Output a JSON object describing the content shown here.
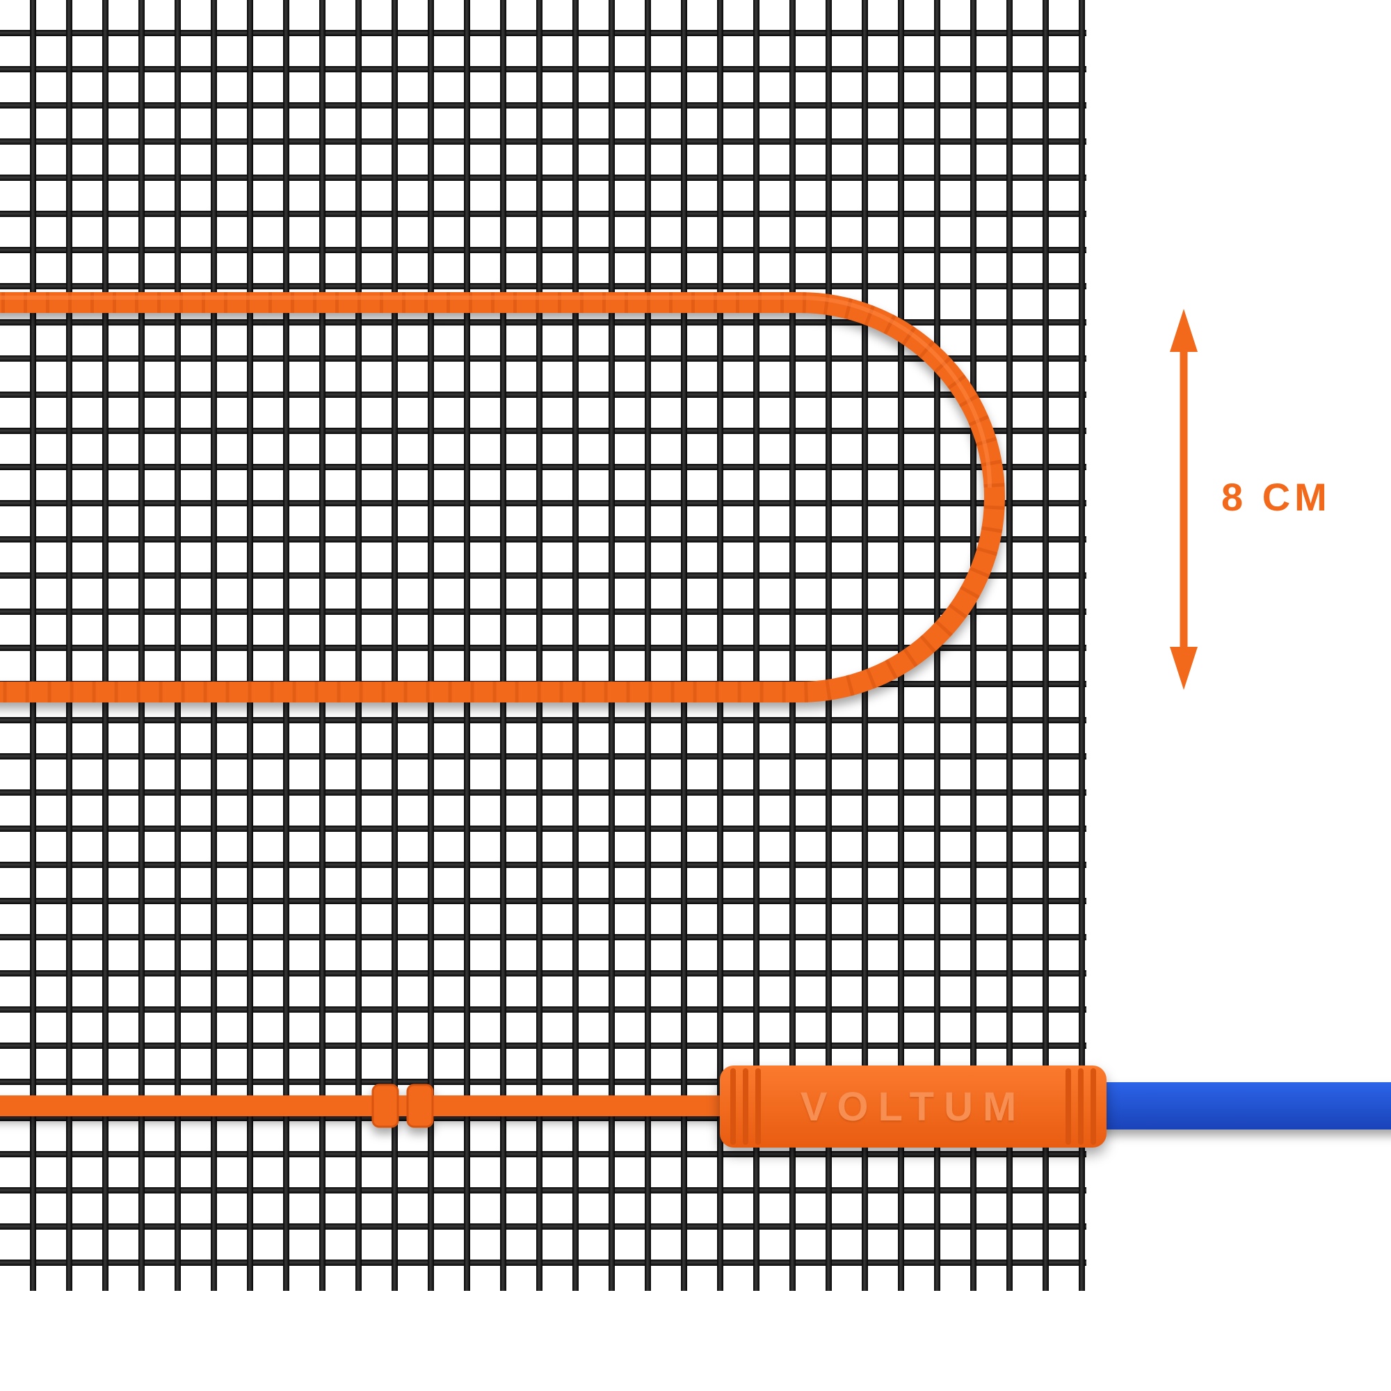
{
  "diagram": {
    "dimension_label": "8 CM",
    "brand_label": "VOLTUM",
    "measurements": {
      "cable_spacing_value": "8",
      "cable_spacing_unit": "CM"
    },
    "colors": {
      "heating_cable_orange": "#F2691C",
      "cable_braid_dark_orange": "#D9540E",
      "connector_orange": "#F2691C",
      "emboss_text_orange": "#F78E52",
      "annotation_orange": "#F2691C",
      "mesh_black": "#141414",
      "cold_lead_blue": "#1D52D8",
      "background": "#FFFFFF"
    }
  }
}
